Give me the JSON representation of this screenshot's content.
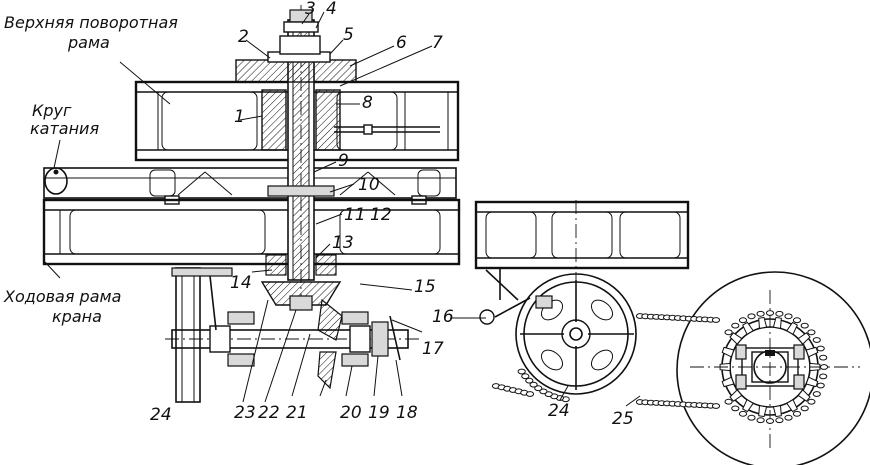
{
  "labels": {
    "upper_frame": [
      "Верхняя поворотная",
      "рама"
    ],
    "rolling_circle": [
      "Круг",
      "катания"
    ],
    "travel_frame": [
      "Ходовая рама",
      "крана"
    ]
  },
  "callouts": [
    "1",
    "2",
    "3",
    "4",
    "5",
    "6",
    "7",
    "8",
    "9",
    "10",
    "11",
    "12",
    "13",
    "14",
    "15",
    "16",
    "17",
    "18",
    "19",
    "20",
    "21",
    "22",
    "23",
    "24",
    "24",
    "25"
  ]
}
